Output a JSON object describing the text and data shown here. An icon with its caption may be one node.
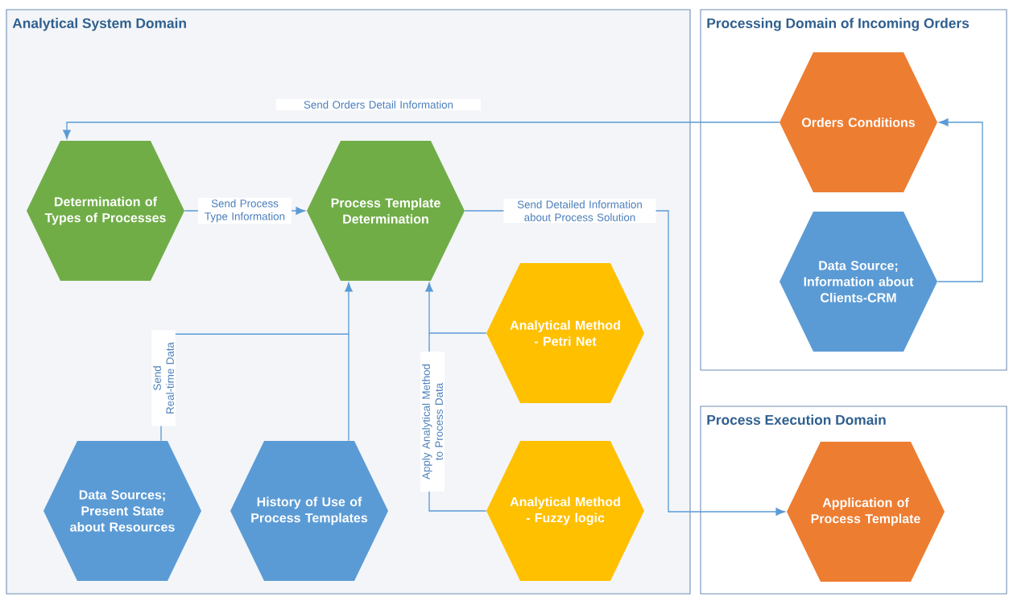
{
  "diagram": {
    "nodes": [
      {
        "text": [
          "Analytical System Domain"
        ]
      },
      {
        "text": [
          "Processing Domain of Incoming Orders"
        ]
      },
      {
        "text": [
          "Process Execution Domain"
        ]
      },
      {
        "text": [
          "Determination of Types of Processes"
        ],
        "in": 0
      },
      {
        "text": [
          "Process Template Determination"
        ],
        "in": 0
      },
      {
        "text": [
          "Analytical Method - Petri Net"
        ],
        "in": 0
      },
      {
        "text": [
          "Data Sources; Present State about Resources"
        ],
        "in": 0
      },
      {
        "text": [
          "History of Use of Process Templates"
        ],
        "in": 0
      },
      {
        "text": [
          "Analytical Method - Fuzzy logic"
        ],
        "in": 0
      },
      {
        "text": [
          "Orders Conditions"
        ],
        "in": 1
      },
      {
        "text": [
          "Data Source; Information about Clients-CRM"
        ],
        "in": 1
      },
      {
        "text": [
          "Application of Process Template"
        ],
        "in": 2
      }
    ],
    "edges": [
      {
        "from": 9,
        "to": 3,
        "arrow": "to",
        "label": "Send Orders Detail Information"
      },
      {
        "from": 3,
        "to": 4,
        "arrow": "to",
        "label": "Send Process Type Information"
      },
      {
        "from": 4,
        "to": 11,
        "arrow": "to",
        "label": "Send Detailed Information about Process Solution"
      },
      {
        "from": 10,
        "to": 9,
        "arrow": "to"
      },
      {
        "from": 6,
        "to": 4,
        "arrow": "to",
        "label": "Send Real-time Data"
      },
      {
        "from": 7,
        "to": 4,
        "arrow": "to"
      },
      {
        "from": 5,
        "to": 4,
        "arrow": "to"
      },
      {
        "from": 8,
        "to": 4,
        "arrow": "to",
        "label": "Apply Analytical Method to Process Data"
      }
    ]
  }
}
